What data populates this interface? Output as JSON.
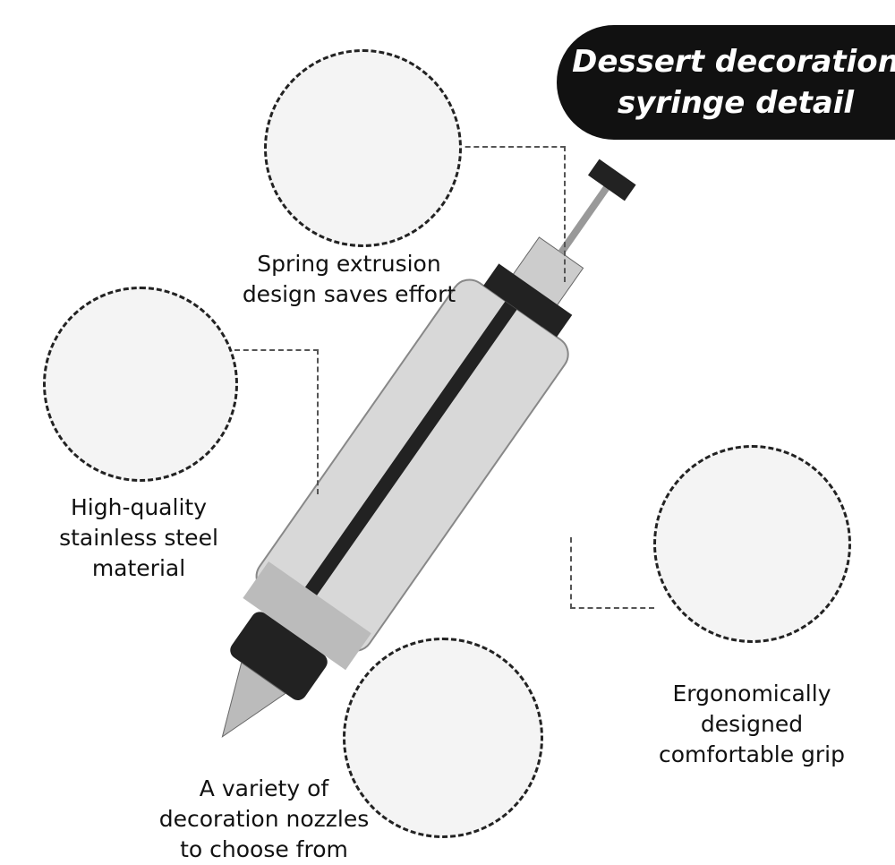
{
  "title": [
    "Dessert decoration",
    "syringe detail"
  ],
  "features": [
    {
      "caption": [
        "Spring extrusion",
        "design saves effort"
      ]
    },
    {
      "caption": [
        "High-quality",
        "stainless steel",
        "material"
      ]
    },
    {
      "caption": [
        "Ergonomically",
        "designed",
        "comfortable grip"
      ]
    },
    {
      "caption": [
        "A variety of",
        "decoration nozzles",
        "to choose from"
      ]
    }
  ]
}
